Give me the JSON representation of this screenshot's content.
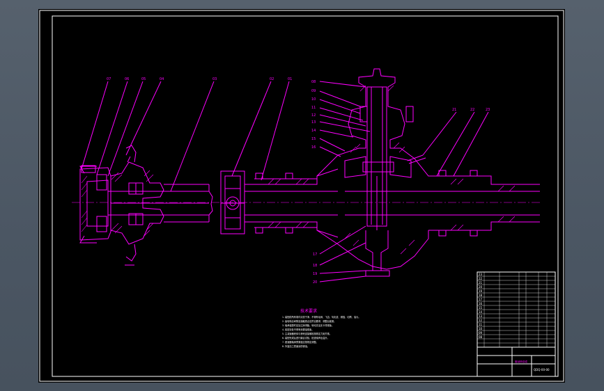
{
  "drawing": {
    "colors": {
      "background": "#000000",
      "geometry": "#ff00ff",
      "frame": "#ffffff",
      "window": "#4e5a66"
    },
    "callouts_left": [
      "07",
      "06",
      "05",
      "04",
      "03",
      "02",
      "01"
    ],
    "callouts_top": [
      "08",
      "09",
      "10",
      "11",
      "12",
      "13",
      "14",
      "15",
      "16"
    ],
    "callouts_right": [
      "21",
      "22",
      "23"
    ],
    "callouts_bottom": [
      "17",
      "18",
      "19",
      "20"
    ],
    "technical_requirements": {
      "title": "技术要求",
      "lines": [
        "1. 装配前所有零件清洗干净，不得有毛刺、飞边、氧化皮、锈蚀、切屑、油污。",
        "2. 齿轮啮合间隙及接触斑点应符合要求，调整后锁紧。",
        "3. 轴承装配时应加注润滑脂，转动灵活无卡滞现象。",
        "4. 各密封处不得有渗漏油现象。",
        "5. 主减速器壳体与桥壳连接螺栓按规定力矩拧紧。",
        "6. 装配完成后进行磨合试验，检查噪声及温升。",
        "7. 差速器轴承预紧度应按规定调整。",
        "8. 外露加工表面涂防锈油。"
      ]
    },
    "title_block": {
      "drawing_name": "驱动桥总成",
      "drawing_number": "QDQ-00-00",
      "rows": [
        "23",
        "22",
        "21",
        "20",
        "19",
        "18",
        "17",
        "16",
        "15",
        "14",
        "13",
        "12",
        "11",
        "10",
        "09",
        "08"
      ]
    }
  }
}
